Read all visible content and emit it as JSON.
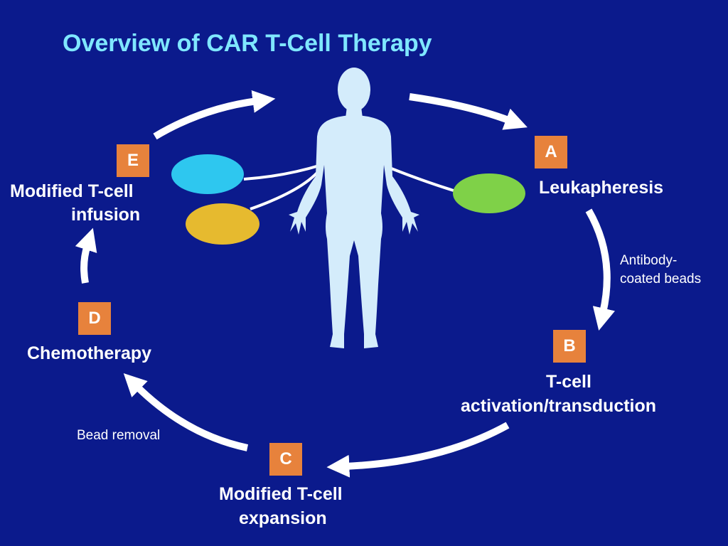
{
  "title": "Overview of CAR T-Cell Therapy",
  "colors": {
    "background": "#0b1a8c",
    "title": "#7fe7ff",
    "badge": "#e7823c",
    "arrow": "#ffffff",
    "body_silhouette": "#d4ecfb",
    "cell_cyan": "#2ec7ef",
    "cell_yellow": "#e6ba2f",
    "cell_green": "#7fd148"
  },
  "steps": {
    "A": {
      "letter": "A",
      "label": "Leukapheresis"
    },
    "B": {
      "letter": "B",
      "line1": "T-cell",
      "line2": "activation/transduction"
    },
    "C": {
      "letter": "C",
      "line1": "Modified T-cell",
      "line2": "expansion"
    },
    "D": {
      "letter": "D",
      "label": "Chemotherapy"
    },
    "E": {
      "letter": "E",
      "line1": "Modified T-cell",
      "line2": "infusion"
    }
  },
  "notes": {
    "beads_line1": "Antibody-",
    "beads_line2": "coated beads",
    "bead_removal": "Bead removal"
  }
}
